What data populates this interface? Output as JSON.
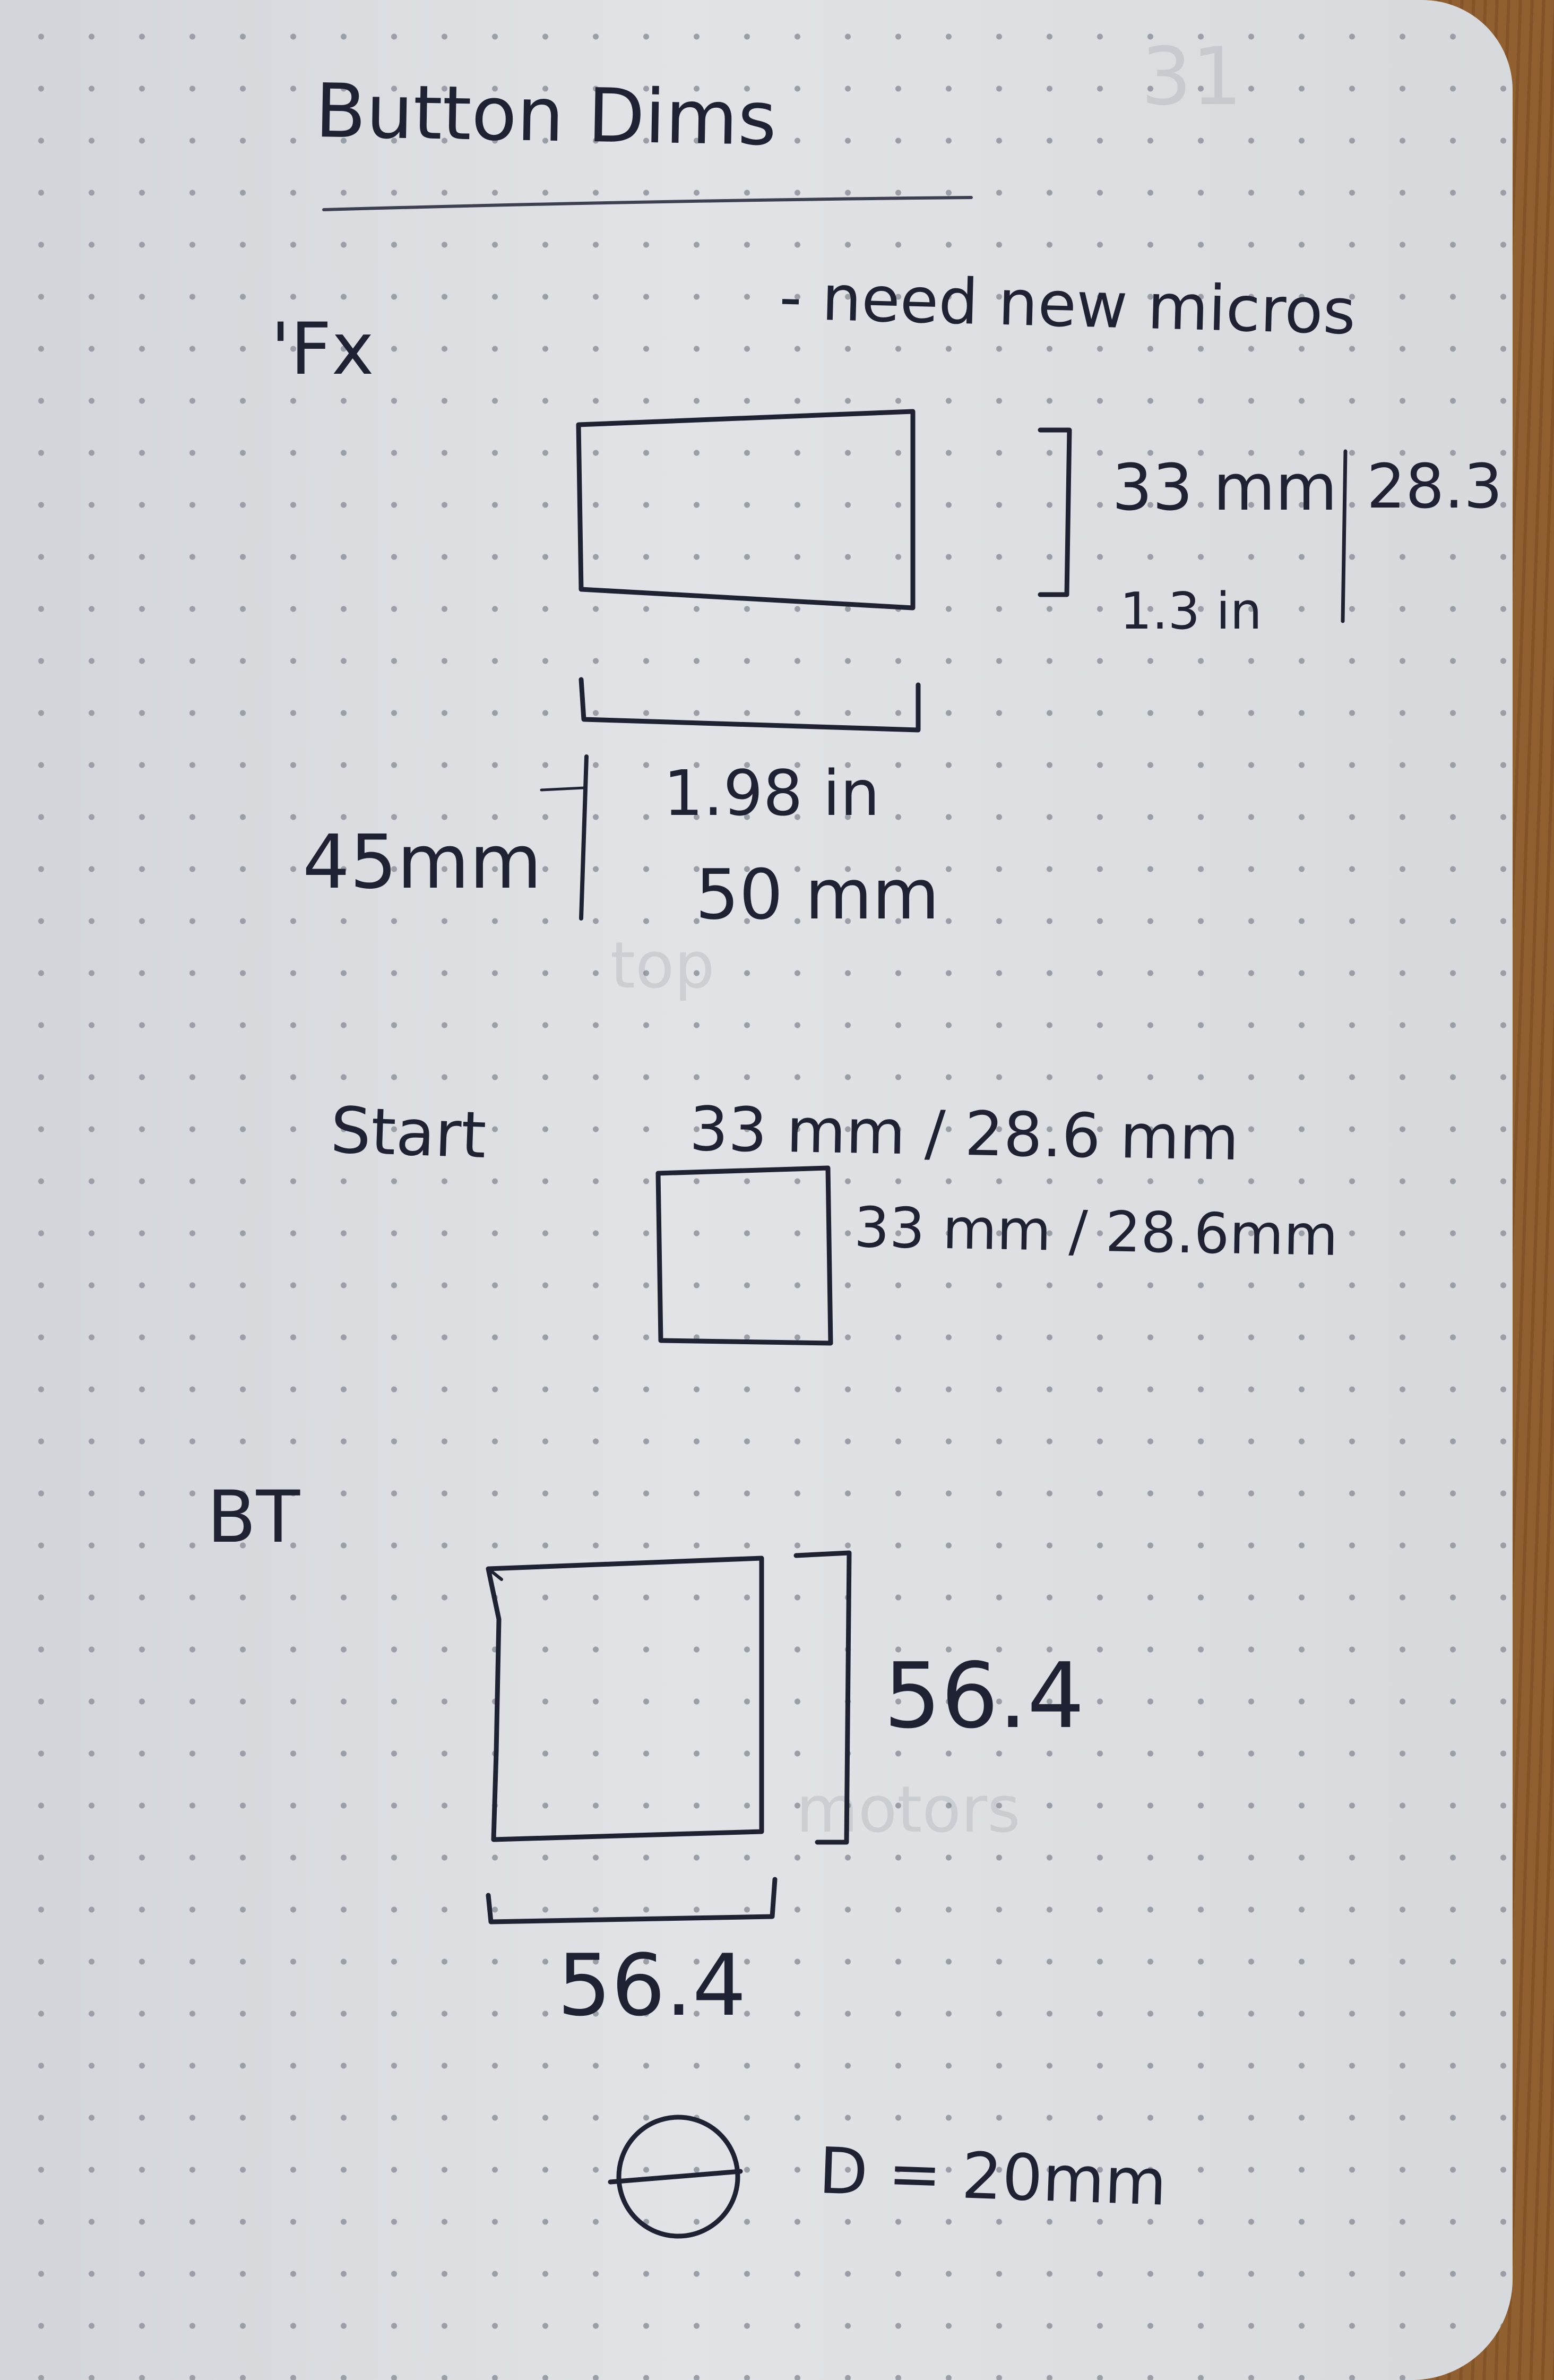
{
  "title": "Button Dims",
  "note": "- need new micros",
  "fx": {
    "label": "'Fx",
    "height_mm": "33 mm",
    "height_in": "1.3 in",
    "height_alt": "28.3",
    "width_in": "1.98 in",
    "width_mm": "50 mm",
    "side_mm": "45mm"
  },
  "start": {
    "label": "Start",
    "width": "33 mm / 28.6 mm",
    "height": "33 mm / 28.6mm"
  },
  "bt": {
    "label": "BT",
    "height": "56.4",
    "width": "56.4"
  },
  "circle": {
    "diameter": "D = 20mm"
  },
  "colors": {
    "ink": "#1f2233",
    "paper": "#dcdfe2",
    "dots": "#9a9ea6",
    "desk": "#8a5a2b"
  }
}
